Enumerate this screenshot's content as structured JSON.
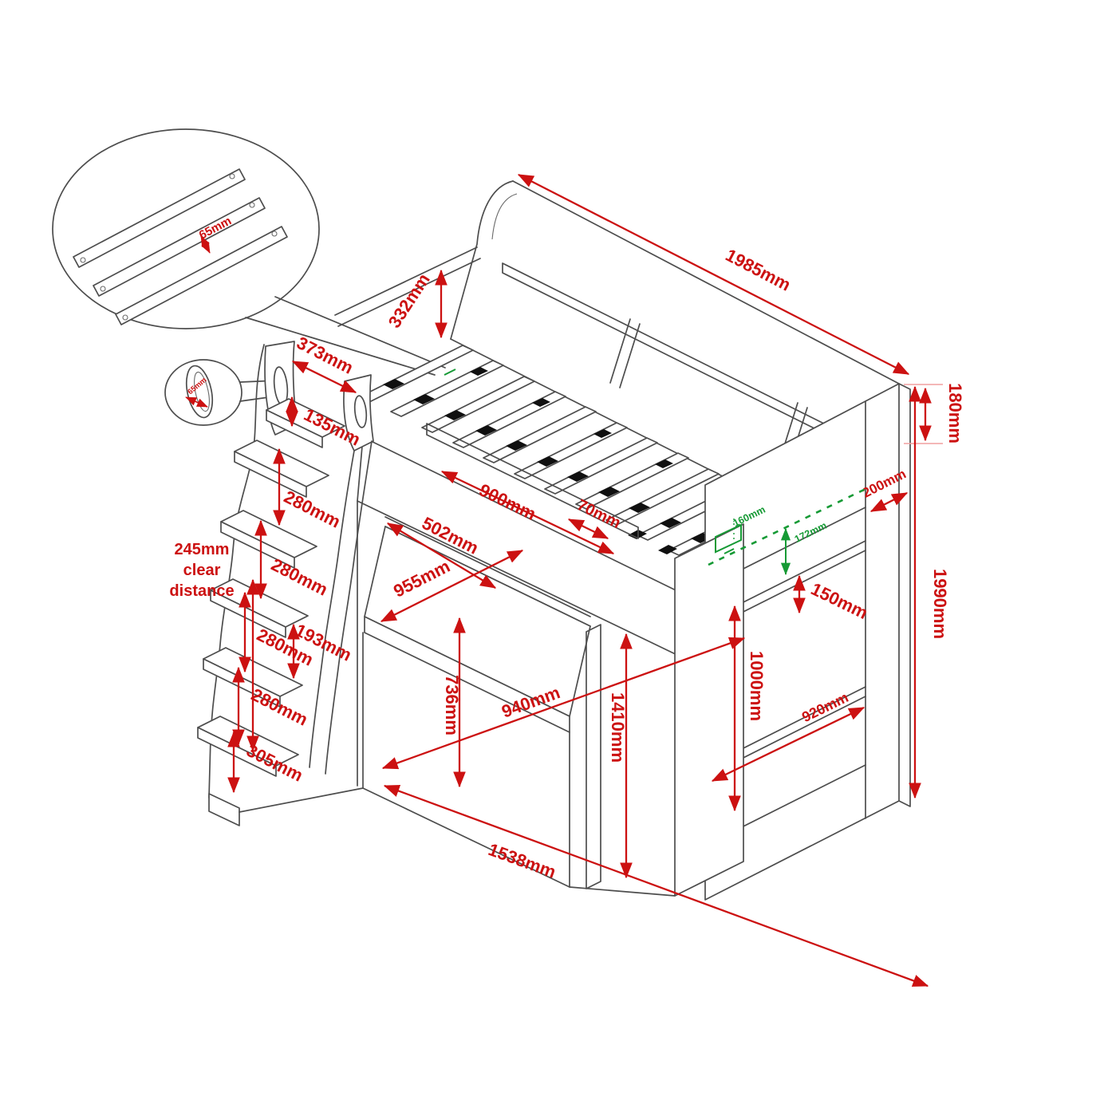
{
  "meta": {
    "title": "High sleeper loft bed with desk, steps and end shelving - dimensioned isometric technical drawing",
    "units": "mm",
    "background": "#ffffff"
  },
  "colors": {
    "dimension_red": "#cc1111",
    "dimension_green": "#169a35",
    "drawing_line": "#4d4d4d",
    "slat_clip_black": "#101010"
  },
  "dims": [
    {
      "name": "slat-spacing-detail",
      "label": "65mm"
    },
    {
      "name": "hand-hole-detail",
      "label": "65mm"
    },
    {
      "name": "total-length",
      "label": "1985mm"
    },
    {
      "name": "headboard-height",
      "label": "332mm"
    },
    {
      "name": "steps-width",
      "label": "373mm"
    },
    {
      "name": "top-step-gap",
      "label": "135mm"
    },
    {
      "name": "step-gap-1",
      "label": "280mm"
    },
    {
      "name": "step-gap-2",
      "label": "280mm"
    },
    {
      "name": "clear-distance-line-1",
      "label": "245mm"
    },
    {
      "name": "clear-distance-line-2",
      "label": "clear"
    },
    {
      "name": "clear-distance-line-3",
      "label": "distance"
    },
    {
      "name": "step-gap-3",
      "label": "280mm"
    },
    {
      "name": "step-gap-4",
      "label": "280mm"
    },
    {
      "name": "step-depth",
      "label": "193mm"
    },
    {
      "name": "bottom-step-height",
      "label": "305mm"
    },
    {
      "name": "guard-rail-opening",
      "label": "900mm"
    },
    {
      "name": "rail-gap",
      "label": "70mm"
    },
    {
      "name": "desk-depth",
      "label": "502mm"
    },
    {
      "name": "desk-width",
      "label": "955mm"
    },
    {
      "name": "desk-height",
      "label": "736mm"
    },
    {
      "name": "under-bed-opening-width",
      "label": "940mm"
    },
    {
      "name": "under-bed-clearance",
      "label": "1410mm"
    },
    {
      "name": "base-length",
      "label": "1538mm"
    },
    {
      "name": "end-shelf-height",
      "label": "1000mm"
    },
    {
      "name": "end-shelf-width",
      "label": "920mm"
    },
    {
      "name": "end-shelf-top-gap",
      "label": "150mm"
    },
    {
      "name": "end-panel-top-depth",
      "label": "200mm"
    },
    {
      "name": "end-panel-top-height",
      "label": "180mm"
    },
    {
      "name": "total-height",
      "label": "1990mm"
    },
    {
      "name": "tv-horizontal-offset",
      "label": "160mm"
    },
    {
      "name": "tv-vertical-offset",
      "label": "172mm"
    }
  ]
}
